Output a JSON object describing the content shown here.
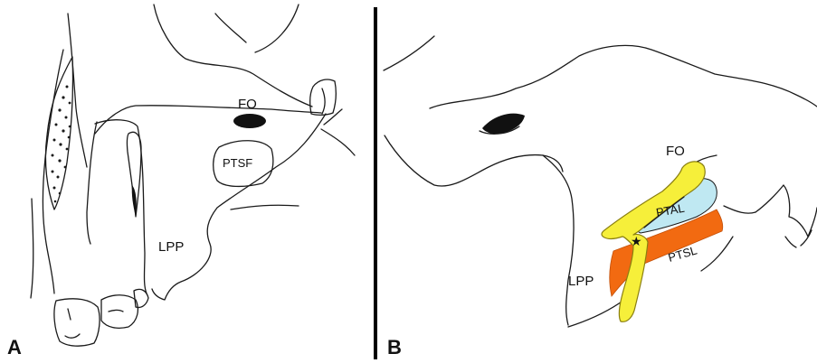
{
  "panels": [
    {
      "letter": "A",
      "labels": {
        "fo": "FO",
        "ptsf": "PTSF",
        "lpp": "LPP"
      }
    },
    {
      "letter": "B",
      "labels": {
        "fo": "FO",
        "ptal": "PTAL",
        "ptsl": "PTSL",
        "lpp": "LPP",
        "star": "★"
      }
    }
  ],
  "colors": {
    "outline": "#1a1a1a",
    "divider": "#000000",
    "ptal_fill": "#bfe8f2",
    "ptsl_fill": "#f26a11",
    "nerve_fill": "#f6ef3a",
    "nerve_stroke": "#8a7f10",
    "foramen_fill": "#111111"
  }
}
